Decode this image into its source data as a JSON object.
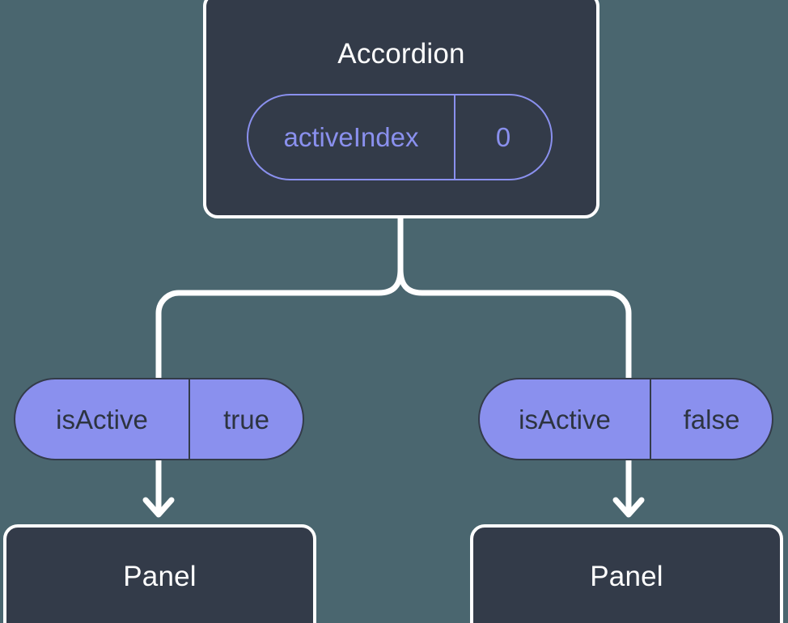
{
  "canvas": {
    "background": "#4a666f",
    "node_fill": "#333b49",
    "node_stroke": "#ffffff",
    "accent": "#8a90ee",
    "pill_text": "#2d3440",
    "connector": "#ffffff"
  },
  "root": {
    "title": "Accordion",
    "state": {
      "key": "activeIndex",
      "value": "0"
    }
  },
  "branches": [
    {
      "prop": {
        "key": "isActive",
        "value": "true"
      },
      "child": {
        "title": "Panel"
      }
    },
    {
      "prop": {
        "key": "isActive",
        "value": "false"
      },
      "child": {
        "title": "Panel"
      }
    }
  ]
}
